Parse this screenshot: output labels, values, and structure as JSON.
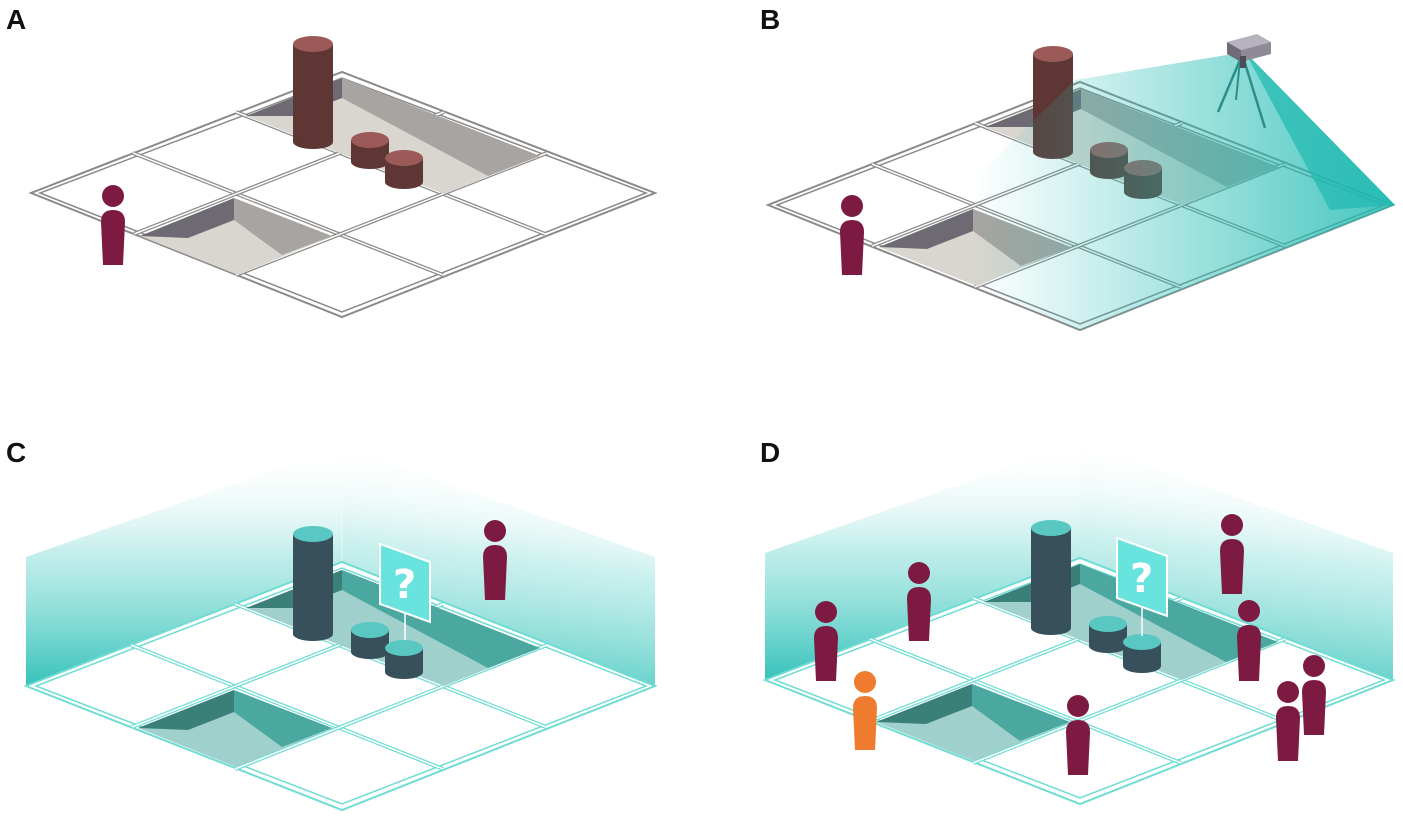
{
  "panels": [
    {
      "label": "A"
    },
    {
      "label": "B"
    },
    {
      "label": "C"
    },
    {
      "label": "D"
    }
  ],
  "signs": {
    "c_text": "?",
    "d_text": "?"
  },
  "colors": {
    "person": "#7d1a42",
    "person_highlight": "#ef7b2e",
    "cylinder_dark": "#5e3634",
    "cylinder_top": "#9b5a58",
    "pit_wall_dark": "#6d6a73",
    "pit_wall_light": "#a7a4a1",
    "pit_floor": "#d9d5cf",
    "grid_line_gray": "#8a8a8a",
    "teal": "#26bdb5",
    "teal_light": "#8fe3dc",
    "teal_pit_dark": "#3a8079",
    "teal_pit_mid": "#4aa8a0",
    "teal_pit_floor": "#9fd0cb",
    "cylinder_teal_body": "#37505c",
    "cylinder_teal_top": "#59c8c2",
    "sign_fill": "#69e3dd",
    "camera": "#8e8a97"
  }
}
